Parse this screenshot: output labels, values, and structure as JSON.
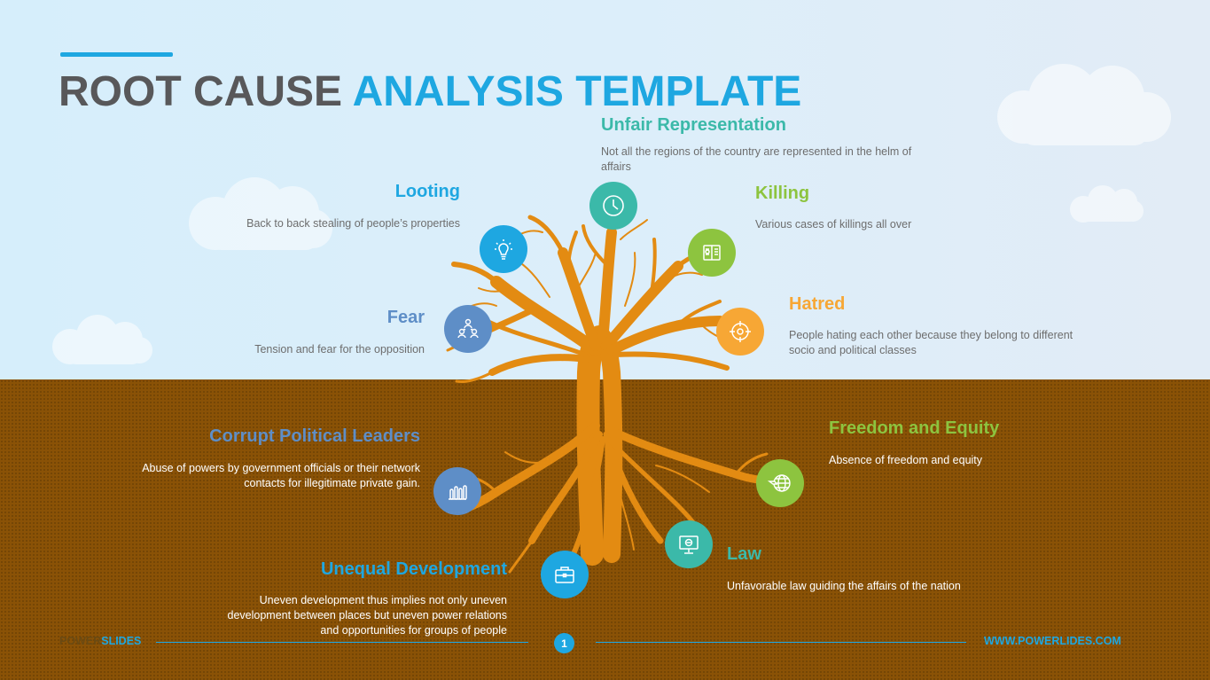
{
  "slide": {
    "title_part1": "ROOT CAUSE",
    "title_part2": "ANALYSIS TEMPLATE"
  },
  "colors": {
    "blue": "#1ea7e1",
    "teal": "#3bb9a9",
    "green": "#8dc43f",
    "orange": "#f7a735",
    "steel": "#5e8ec7",
    "title_gray": "#58585a",
    "soil": "#8a5206",
    "tree": "#e38b12"
  },
  "causes": {
    "unfair_representation": {
      "title": "Unfair Representation",
      "desc": "Not all the regions of the country are represented in the helm of affairs",
      "icon": "clock-icon"
    },
    "looting": {
      "title": "Looting",
      "desc": "Back to back stealing of people’s properties",
      "icon": "lightbulb-icon"
    },
    "killing": {
      "title": "Killing",
      "desc": "Various cases of killings all over",
      "icon": "newspaper-icon"
    },
    "hatred": {
      "title": "Hatred",
      "desc_line1": "People hating each other because they belong to different",
      "desc_line2": "socio and political classes",
      "icon": "target-icon"
    },
    "fear": {
      "title": "Fear",
      "desc": "Tension and fear for the opposition",
      "icon": "people-network-icon"
    },
    "corrupt_leaders": {
      "title": "Corrupt Political Leaders",
      "desc_line1": "Abuse of powers by government officials or their network",
      "desc_line2": "contacts for illegitimate private gain.",
      "icon": "bar-chart-icon"
    },
    "freedom_equity": {
      "title": "Freedom and Equity",
      "desc": "Absence of freedom and equity",
      "icon": "globe-icon"
    },
    "law": {
      "title": "Law",
      "desc": "Unfavorable law guiding the affairs of the nation",
      "icon": "monitor-icon"
    },
    "unequal_development": {
      "title": "Unequal Development",
      "desc_line1": "Uneven development thus implies not only uneven",
      "desc_line2": "development between places but uneven power relations",
      "desc_line3": "and opportunities for groups of people",
      "icon": "briefcase-icon"
    }
  },
  "footer": {
    "brand_part1": "POWER",
    "brand_part2": "SLIDES",
    "page_number": "1",
    "url": "WWW.POWERLIDES.COM"
  }
}
